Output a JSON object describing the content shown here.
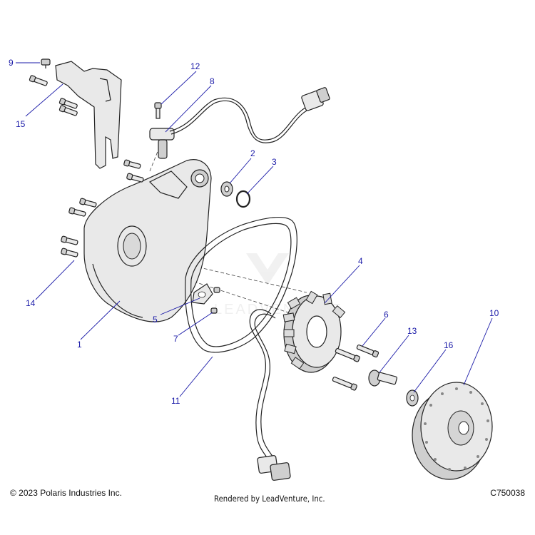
{
  "callouts": [
    {
      "id": "c1",
      "text": "1"
    },
    {
      "id": "c2",
      "text": "2"
    },
    {
      "id": "c3",
      "text": "3"
    },
    {
      "id": "c4",
      "text": "4"
    },
    {
      "id": "c5",
      "text": "5"
    },
    {
      "id": "c6",
      "text": "6"
    },
    {
      "id": "c7",
      "text": "7"
    },
    {
      "id": "c8",
      "text": "8"
    },
    {
      "id": "c9",
      "text": "9"
    },
    {
      "id": "c10",
      "text": "10"
    },
    {
      "id": "c11",
      "text": "11"
    },
    {
      "id": "c12",
      "text": "12"
    },
    {
      "id": "c13",
      "text": "13"
    },
    {
      "id": "c14",
      "text": "14"
    },
    {
      "id": "c15",
      "text": "15"
    },
    {
      "id": "c16",
      "text": "16"
    }
  ],
  "footer": {
    "copyright": "© 2023 Polaris Industries Inc.",
    "rendered_by": "Rendered by LeadVenture, Inc.",
    "diagram_id": "C750038"
  },
  "colors": {
    "callout": "#1a1aa8",
    "line_art": "#222222",
    "fill": "#e9e9e9"
  }
}
